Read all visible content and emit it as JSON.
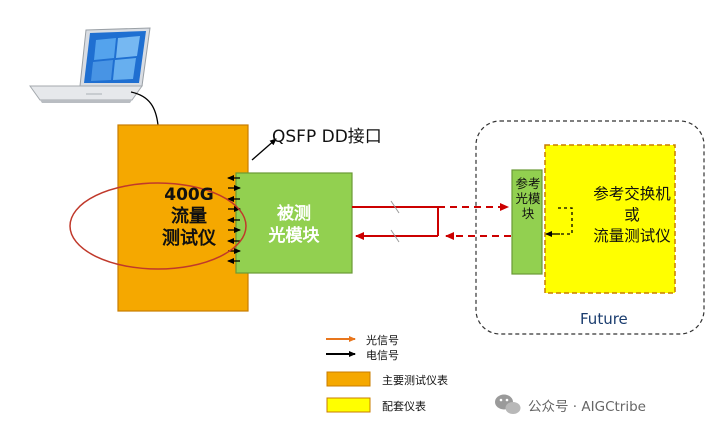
{
  "labels": {
    "qsfp": "QSFP DD接口",
    "main_device": {
      "line1": "400G",
      "line2": "流量",
      "line3": "测试仪"
    },
    "dut": {
      "line1": "被测",
      "line2": "光模块"
    },
    "ref_module": "参考光模块",
    "ref_device": {
      "line1": "参考交换机",
      "line2": "或",
      "line3": "流量测试仪"
    },
    "future": "Future"
  },
  "legend": {
    "items": [
      {
        "label": "光信号",
        "kind": "arrow",
        "color": "#e8761d"
      },
      {
        "label": "电信号",
        "kind": "arrow",
        "color": "#000000"
      },
      {
        "label": "主要测试仪表",
        "kind": "box",
        "color": "#f5a800"
      },
      {
        "label": "配套仪表",
        "kind": "box",
        "color": "#ffff00"
      }
    ]
  },
  "watermark": {
    "brand": "公众号",
    "separator": "·",
    "name": "AIGCtribe"
  },
  "colors": {
    "main_instrument": "#f5a800",
    "aux_instrument": "#ffff00",
    "module_green": "#92d050",
    "optical_arrow": "#cc0000",
    "highlight_ellipse": "#c0392b",
    "future_border": "#333333"
  },
  "icons": {
    "laptop": "laptop-icon",
    "wechat": "wechat-icon"
  }
}
